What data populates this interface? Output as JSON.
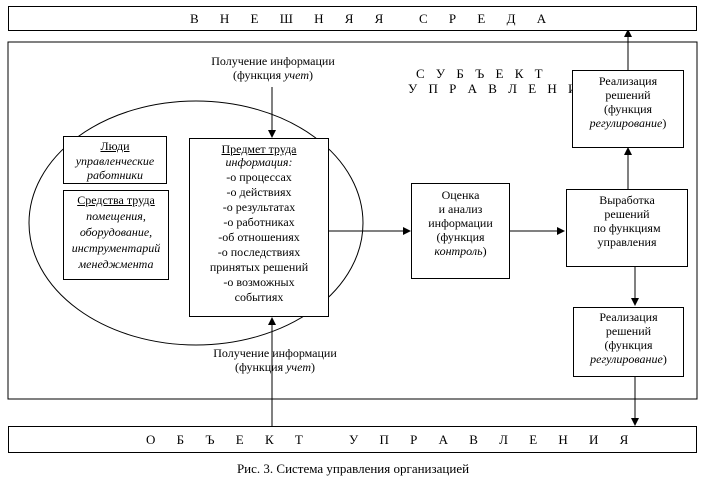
{
  "environment": {
    "left": "В Н Е Ш Н Я Я",
    "right": "С Р Е Д А"
  },
  "subject": {
    "line1": "С У Б Ъ Е К Т",
    "line2": "У П Р А В Л Е Н И Я"
  },
  "object": {
    "left": "О Б Ъ Е К Т",
    "right": "У П Р А В Л Е Н И Я"
  },
  "info_top": {
    "line1": "Получение информации",
    "prefix": "(функция ",
    "fn": "учет",
    "suffix": ")"
  },
  "info_bottom": {
    "line1": "Получение информации",
    "prefix": "(функция ",
    "fn": "учет",
    "suffix": ")"
  },
  "people": {
    "title": "Люди",
    "l1": "управленческие",
    "l2": "работники"
  },
  "tools": {
    "title": "Средства труда",
    "l1": "помещения,",
    "l2": "оборудование,",
    "l3": "инструментарий",
    "l4": "менеджмента"
  },
  "labor": {
    "title": "Предмет труда",
    "sub": "информация:",
    "items": [
      "-о процессах",
      "-о действиях",
      "-о результатах",
      "-о работниках",
      "-об отношениях",
      "-о последствиях",
      "принятых решений",
      "-о возможных",
      "событиях"
    ]
  },
  "analysis": {
    "l1": "Оценка",
    "l2": "и анализ",
    "l3": "информации",
    "l4": "(функция",
    "fn": "контроль",
    "suffix": ")"
  },
  "decisions": {
    "l1": "Выработка",
    "l2": "решений",
    "l3": "по функциям",
    "l4": "управления"
  },
  "impl_top": {
    "l1": "Реализация",
    "l2": "решений",
    "l3": "(функция",
    "fn": "регулирование",
    "suffix": ")"
  },
  "impl_bottom": {
    "l1": "Реализация",
    "l2": "решений",
    "l3": "(функция",
    "fn": "регулирование",
    "suffix": ")"
  },
  "caption": "Рис. 3. Система управления организацией"
}
